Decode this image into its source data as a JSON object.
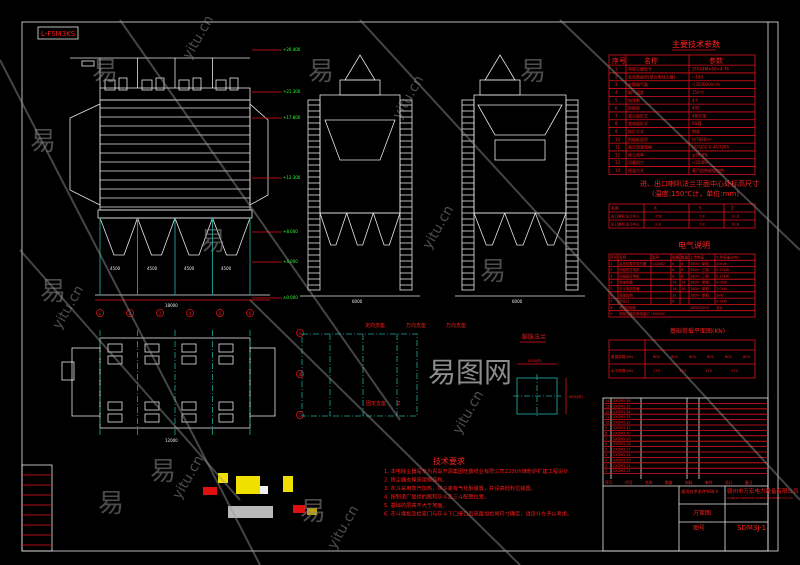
{
  "drawing": {
    "model_label": "L-FSM3KS",
    "elevations": [
      "+26.400",
      "+21.300",
      "+17.800",
      "+12.300",
      "+8.000",
      "+4.000",
      "±0.000"
    ],
    "dims": [
      "4500",
      "4500",
      "4500",
      "4500",
      "18000",
      "6000",
      "6000",
      "12000"
    ],
    "axis_numbers": [
      "1",
      "2",
      "3",
      "4",
      "5",
      "6"
    ],
    "axis_letters": [
      "A",
      "B",
      "C"
    ]
  },
  "supports": {
    "fixed_direction": "定向支座",
    "universal_1": "万向支座",
    "universal_2": "万向支座",
    "fixed": "固定支座",
    "fixed_mark": "Z"
  },
  "flange": {
    "title": "膨胀法兰",
    "dim_top": "1400(外)",
    "dim_side": "1800(外)"
  },
  "tech_requirements": {
    "title": "技术要求",
    "lines": [
      "1. 本电除尘器是专为青岛开源集团旺鑫纸业有限公司220t/h煤粉炉扩建工程设计",
      "2. 除尘器支撑采用钢结构。",
      "3. 灰斗采用蒸汽加热，灰斗装有气化板装置，并设高低料位装置。",
      "4. 按制造厂提供的图和灰斗及三斗配置位置。",
      "5. 基础的层高不大于地面。",
      "6. 灰斗墙板及检查门与灰斗下口接口后高度加检修尺寸确定，请设计方予以考虑。"
    ]
  },
  "main_params": {
    "title": "主要技术参数",
    "headers": [
      "序号",
      "名称",
      "参数"
    ],
    "rows": [
      [
        "1",
        "电除尘器型号",
        "2FAA4M×60×4-76"
      ],
      [
        "2",
        "有效断面积(单台电除尘器)",
        "~160"
      ],
      [
        "3",
        "处理烟气量",
        "<350000m³/h"
      ],
      [
        "4",
        "烟气温度",
        "150℃"
      ],
      [
        "5",
        "电场数",
        "4个"
      ],
      [
        "6",
        "同极距",
        "400"
      ],
      [
        "7",
        "收尘极形式",
        "480C型"
      ],
      [
        "8",
        "放电极形式",
        "RS管"
      ],
      [
        "9",
        "振打方式",
        "侧部"
      ],
      [
        "10",
        "阳极板面积",
        "约7800m²"
      ],
      [
        "11",
        "高压电源规格",
        "GGAJ02-0.4A/72KV"
      ],
      [
        "12",
        "除尘效率",
        "≥99.6%"
      ],
      [
        "13",
        "设备阻力",
        "<250Pa"
      ],
      [
        "14",
        "保温方式",
        "蒸汽加热或电加热"
      ]
    ]
  },
  "flange_heights": {
    "title": "进、出口喇叭法兰平面中心处标高尺寸",
    "subtitle": "(温度:150℃计，单位:mm)",
    "headers": [
      "名称",
      "X",
      "Y",
      "Z"
    ],
    "rows": [
      [
        "进口喇叭法兰中心",
        "-750",
        "7.8",
        "10.8"
      ],
      [
        "出口喇叭法兰中心",
        "-9.8",
        "7.8",
        "10.8"
      ]
    ]
  },
  "electrical": {
    "title": "电气说明",
    "headers": [
      "序号",
      "名称",
      "型号",
      "规格",
      "数量",
      "工作电压",
      "工作容量(kW)"
    ],
    "rows": [
      [
        "1",
        "高压硅整流变压器",
        "GGAJ02",
        "8",
        "8",
        "380V~单相",
        "50kVA"
      ],
      [
        "2",
        "阴极振打电机",
        "",
        "8",
        "8",
        "380V~三相",
        "0.37kW"
      ],
      [
        "3",
        "阳极振打电机",
        "",
        "8",
        "8",
        "380V~三相",
        "0.37kW"
      ],
      [
        "4",
        "电加热器",
        "",
        "16",
        "16",
        "380V~单相",
        "4.0kW"
      ],
      [
        "5",
        "灰斗电加热器",
        "",
        "16",
        "16",
        "380V~单相",
        "3.0kW"
      ],
      [
        "6",
        "绝缘加热",
        "",
        "32",
        "",
        "380V~单相",
        "3kW"
      ],
      [
        "7",
        "料位计",
        "",
        "8",
        "",
        "",
        "0.5kW"
      ],
      [
        "8",
        "低压控制柜",
        "",
        "",
        "",
        "380V/220V",
        "总计"
      ],
      [
        "9",
        "电除尘器总耗电量约 1000kW",
        "",
        "",
        "",
        "",
        ""
      ]
    ]
  },
  "foundation": {
    "title": "基础荷载平面图(KN)",
    "row_labels": [
      "垂直荷载(kN)",
      "水平荷载(kN)"
    ],
    "values": [
      "800",
      "800",
      "800",
      "800",
      "800",
      "800",
      "170",
      "170",
      "170",
      "170"
    ]
  },
  "title_block": {
    "parts": [
      [
        "14",
        "SXDM3.36"
      ],
      [
        "13",
        "SXDM3.35"
      ],
      [
        "12",
        "SXDM3.34"
      ],
      [
        "11",
        "SXDM3.33"
      ],
      [
        "10",
        "SXDM3.32"
      ],
      [
        "9",
        "SXDM3.31"
      ],
      [
        "8",
        "SXDM3.30"
      ],
      [
        "7",
        "SXDM3.29"
      ],
      [
        "6",
        "SXDM3.28"
      ],
      [
        "5",
        "SXDM3.27"
      ],
      [
        "4",
        "SXDM3.26"
      ],
      [
        "3",
        "SXDM3.25"
      ],
      [
        "2",
        "SXDM3.24"
      ],
      [
        "1",
        "SXDM3.23"
      ]
    ],
    "col_headers": [
      "序号",
      "代号",
      "名称",
      "数量",
      "材料",
      "单件",
      "总计",
      "备注"
    ],
    "standard": "通用技术条件WBJ-V",
    "company": "赣州市万宏电力设备有限公司",
    "company_en": "GANZHOU WANHONG POWER EQUIPMENT CO.,LTD",
    "drawing_type": "方案图",
    "drawing_no": "SDM3J-1",
    "sheet": "图号"
  },
  "watermarks": [
    "易",
    "易图网",
    "yitu.cn"
  ],
  "colors": {
    "background": "#000000",
    "red": "#e0101a",
    "cyan": "#1fa59a",
    "white": "#e8e8e8",
    "green": "#22dd22"
  }
}
